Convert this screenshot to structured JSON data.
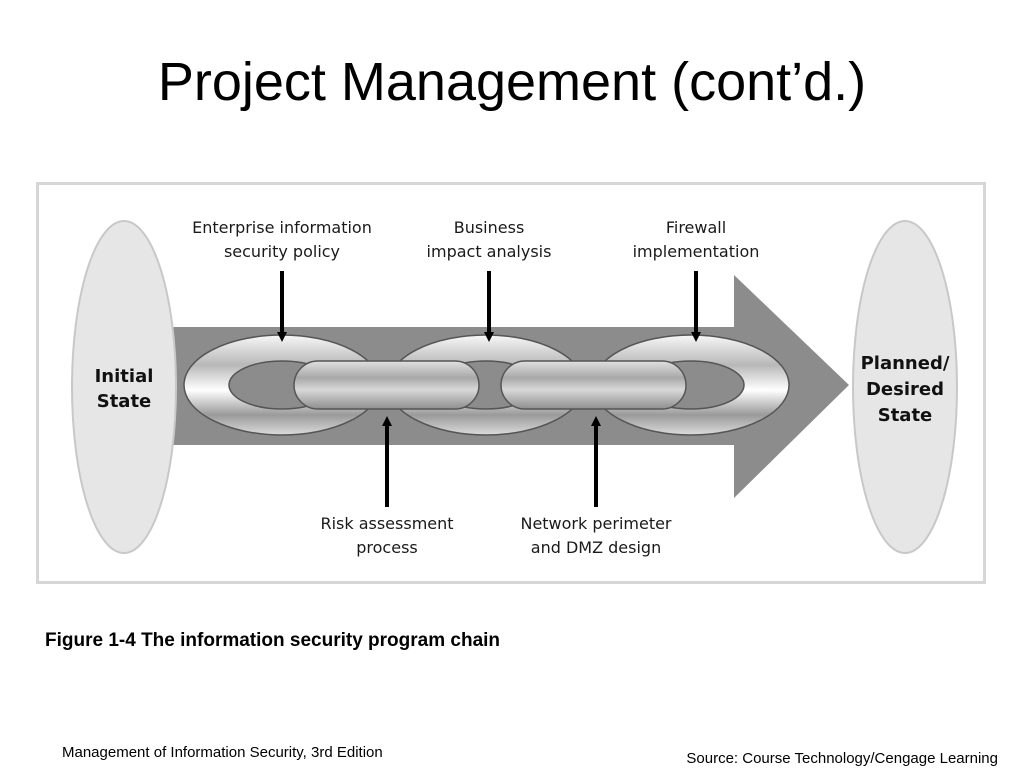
{
  "slide": {
    "title": "Project Management (cont’d.)"
  },
  "diagram": {
    "start_state": [
      "Initial",
      "State"
    ],
    "end_state": [
      "Planned/",
      "Desired",
      "State"
    ],
    "top_inputs": [
      [
        "Enterprise information",
        "security policy"
      ],
      [
        "Business",
        "impact analysis"
      ],
      [
        "Firewall",
        "implementation"
      ]
    ],
    "bottom_inputs": [
      [
        "Risk assessment",
        "process"
      ],
      [
        "Network perimeter",
        "and DMZ design"
      ]
    ],
    "colors": {
      "arrow": "#8c8c8c",
      "ellipse": "#e6e6e6",
      "ellipse_border": "#c8c8c8"
    }
  },
  "caption": "Figure 1-4 The information security program chain",
  "footer": {
    "left": "Management of Information Security, 3rd Edition",
    "right": "Source: Course Technology/Cengage Learning"
  }
}
